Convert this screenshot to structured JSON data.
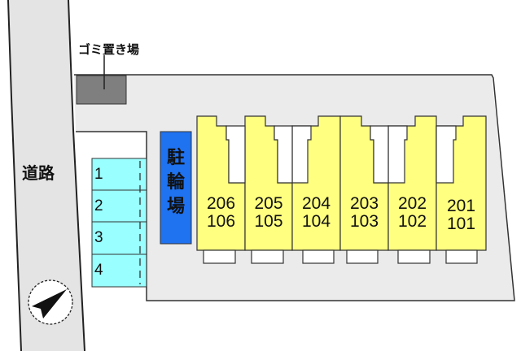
{
  "map": {
    "road_label": "道路",
    "garbage_label": "ゴミ置き場",
    "bicycle_parking_label": [
      "駐",
      "輪",
      "場"
    ],
    "parking_slots": [
      "1",
      "2",
      "3",
      "4"
    ],
    "units": [
      {
        "upper": "206",
        "lower": "106"
      },
      {
        "upper": "205",
        "lower": "105"
      },
      {
        "upper": "204",
        "lower": "104"
      },
      {
        "upper": "203",
        "lower": "103"
      },
      {
        "upper": "202",
        "lower": "102"
      },
      {
        "upper": "201",
        "lower": "101"
      }
    ],
    "compass": "north-arrow-icon",
    "colors": {
      "road": "#e4e4e4",
      "lot": "#ebebeb",
      "garbage": "#7f7f7f",
      "parking": "#99ffff",
      "bicycle": "#1f72f0",
      "unit": "#ffff80",
      "outline": "#333333"
    }
  }
}
